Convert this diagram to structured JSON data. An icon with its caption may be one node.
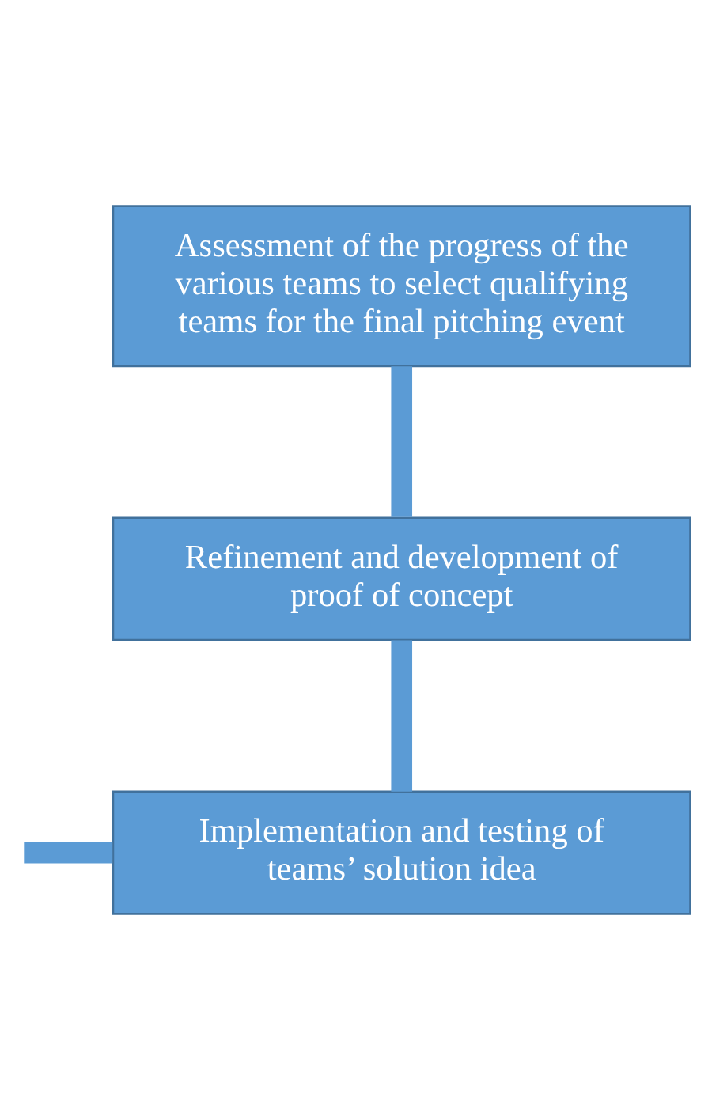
{
  "diagram": {
    "nodes": [
      {
        "text": [
          "Assessment of the progress of the various teams to select qualifying teams for the final pitching event"
        ]
      },
      {
        "text": [
          "Refinement and development of proof of concept"
        ]
      },
      {
        "text": [
          "Implementation and testing of teams’ solution idea"
        ]
      }
    ],
    "edges": [
      {
        "from": 0,
        "to": 1,
        "arrow": "none"
      },
      {
        "from": 1,
        "to": 2,
        "arrow": "none"
      },
      {
        "from": null,
        "to": 2,
        "arrow": "none"
      }
    ]
  }
}
